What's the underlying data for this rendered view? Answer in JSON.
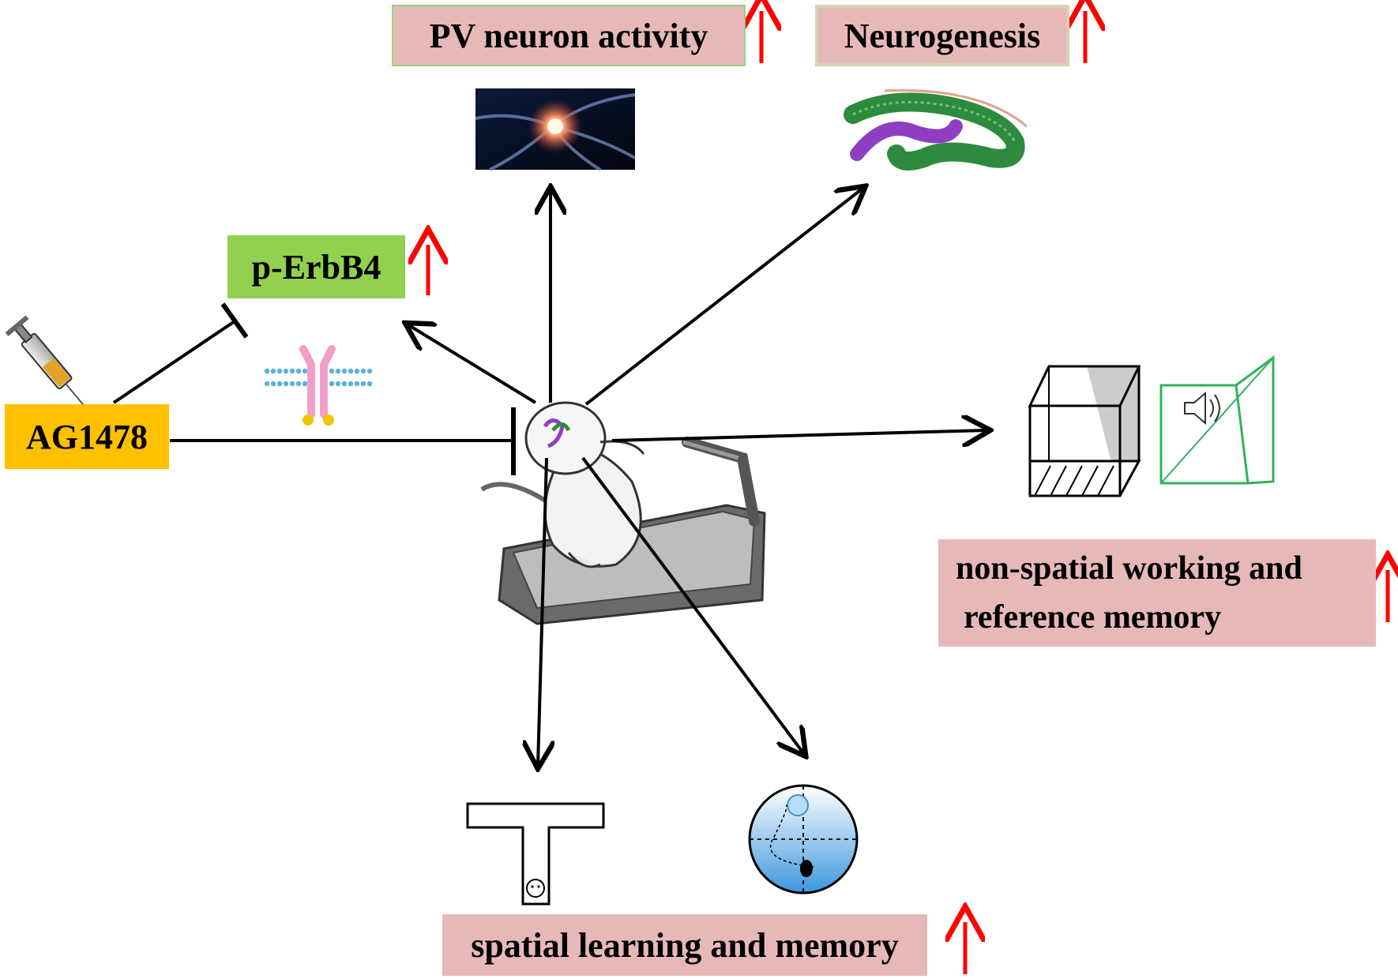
{
  "labels": {
    "pv_activity": "PV neuron activity",
    "neurogenesis": "Neurogenesis",
    "p_erbb4": "p-ErbB4",
    "ag1478": "AG1478",
    "nonspatial_line1": "non-spatial working and",
    "nonspatial_line2": "reference memory",
    "spatial": "spatial learning and memory"
  },
  "colors": {
    "increase_arrow": "#ff0000",
    "pink_box": "#e6b9b8",
    "green_box": "#92d050",
    "orange_box": "#ffc000",
    "hippocampus_green": "#2e8b3e",
    "hippocampus_purple": "#8e3fc1",
    "object_box_green": "#2eb35a"
  },
  "icons": {
    "syringe": "syringe-icon",
    "receptor": "erbb4-receptor-icon",
    "neuron": "neuron-image",
    "hippocampus": "hippocampus-icon",
    "mouse_treadmill": "mouse-on-treadmill-icon",
    "t_maze": "t-maze-icon",
    "water_maze": "morris-water-maze-icon",
    "object_box": "object-recognition-box-icon",
    "speaker_box": "fear-conditioning-speaker-box-icon"
  }
}
